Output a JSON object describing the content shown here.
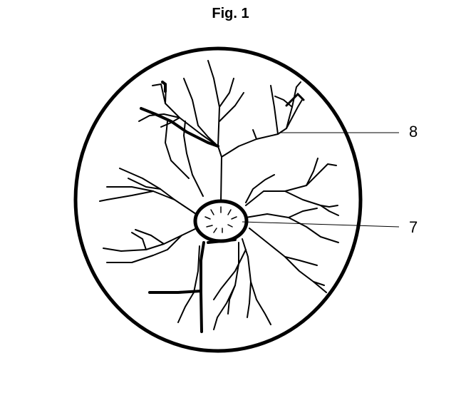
{
  "figure": {
    "title": "Fig. 1"
  },
  "labels": {
    "ref_8": "8",
    "ref_7": "7"
  },
  "colors": {
    "ink": "#000000",
    "background": "#ffffff"
  }
}
